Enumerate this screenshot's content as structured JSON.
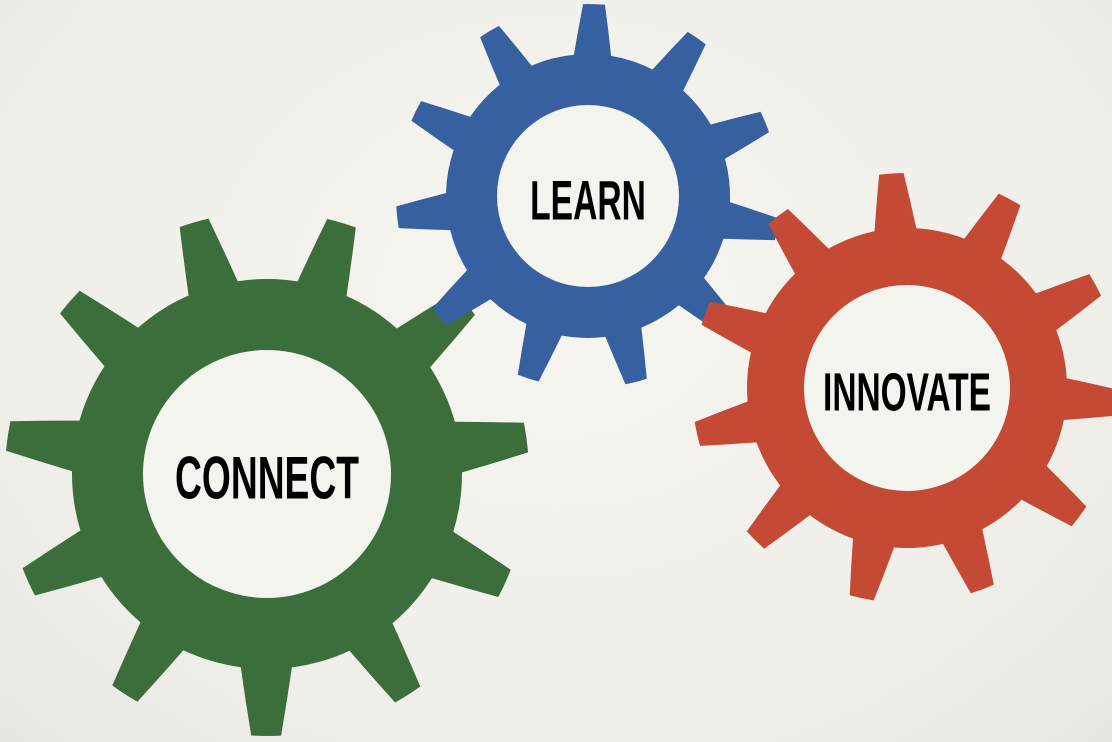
{
  "gears": [
    {
      "id": "connect",
      "label": "CONNECT",
      "color": "#3c6e3c"
    },
    {
      "id": "learn",
      "label": "LEARN",
      "color": "#3660a0"
    },
    {
      "id": "innovate",
      "label": "INNOVATE",
      "color": "#c44a35"
    }
  ],
  "hub_color": "#f4f4ee"
}
